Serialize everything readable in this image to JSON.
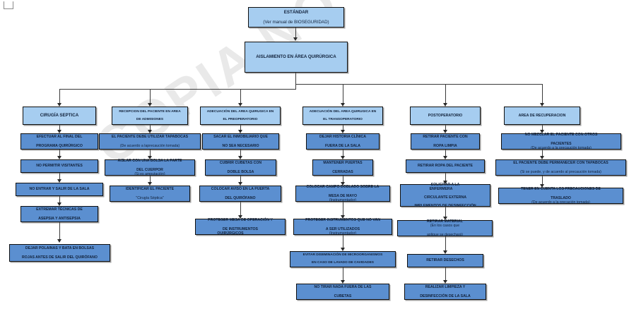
{
  "diagram": {
    "title_root": "ESTÁNDAR",
    "title_root_sub": "(Ver manual de BIOSEGURIDAD)",
    "level2": "AISLAMIENTO EN ÁREA QUIRÚRGICA",
    "watermark": "COPIA NO CONTROLADA",
    "colors": {
      "header_fill": "#a6cdf0",
      "item_fill": "#5b8fd0",
      "border": "#0f0f0f",
      "text": "#11213a",
      "watermark": "#e9e9e9",
      "connector": "#3a3a3a"
    },
    "columns": [
      {
        "header": "CIRUGÍA SEPTICA",
        "items": [
          {
            "line1": "EFECTUAR AL FINAL DEL",
            "line2": "PROGRAMA QUIRÚRGICO"
          },
          {
            "line1": "NO PERMITIR VISITANTES"
          },
          {
            "line1": "NO ENTRAR Y SALIR DE LA SALA"
          },
          {
            "line1": "EXTREMAR TÉCNICAS DE",
            "line2": "ASEPSIA Y ANTISEPSIA"
          },
          {
            "line1": "DEJAR POLAINAS Y BATA EN BOLSAS",
            "line2": "ROJAS ANTES DE SALIR DEL QUIRÓFANO"
          }
        ]
      },
      {
        "header": "RECEPCION DEL PACIENTE EN AREA DE ADMISIONES",
        "header_line1": "RECEPCION DEL PACIENTE EN AREA",
        "header_line2": "DE ADMISIONES",
        "items": [
          {
            "line1": "EL PACIENTE DEBE UTILIZAR TAPABOCAS",
            "line2": "(De acuerdo a laprecaución tomada)",
            "line2_style": "normal"
          },
          {
            "line1": "AISLAR CON UNA BOLSA LA PARTE",
            "line2": "DEL CUERPOR",
            "line2_tail": " (Si es amputación)"
          },
          {
            "line1": "IDENTIFICAR EL PACIENTE",
            "line2": "\"Cirugía Séptica\"",
            "line2_style": "normal"
          }
        ]
      },
      {
        "header_line1": "ADECUACIÓN DEL AREA QUIRUGICA EN",
        "header_line2": "EL PREOPERATORIO",
        "items": [
          {
            "line1": "SACAR EL INMOBILIARIO QUE",
            "line2": "NO SEA NECESARIO"
          },
          {
            "line1": "CUBRIR CUBETAS CON",
            "line2": "DOBLE BOLSA"
          },
          {
            "line1": "COLOCAR AVISO EN LA PUERTA",
            "line2": "DEL QUIRÓFANO"
          },
          {
            "line1": "PROTEGER MESA DE OPERACIÓN Y",
            "line2": "DE INSTRUMENTOS",
            "line2_tail": " QUIRÚRGICOS",
            "line2_overlap": true
          }
        ]
      },
      {
        "header_line1": "ADECUACIÓN DEL AREA QUIRUGICA EN",
        "header_line2": "EL TRANSOPERATORIO",
        "items": [
          {
            "line1": "DEJAR HISTORIA CLÍNICA",
            "line2": "FUERA DE LA SALA"
          },
          {
            "line1": "MANTENER PUERTAS",
            "line2": "CERRADAS"
          },
          {
            "line1": "COLOCAR CAMPO DOBLADO SOBRE LA",
            "line2": "MESA DE MAYO",
            "line2_tail": " (Instrumentador)"
          },
          {
            "line1": "PROTEGER INSTRUMENTOS QUE NO VAN",
            "line2": "A SER UTILIZADOS",
            "line2_tail": " (Instrumentador)"
          },
          {
            "line1": "EVITAR DISEMINACIÓN DE MICROORGANISMOS",
            "line2": "EN CASO DE LAVADO DE CAVIDADES"
          },
          {
            "line1": "NO TIRAR NADA FUERA DE LAS",
            "line2": "CUBETAS"
          }
        ]
      },
      {
        "header": "POSTOPERATORIO",
        "items": [
          {
            "line1": "RETIRAR PACIENTE CON",
            "line2": "ROPA LIMPIA"
          },
          {
            "line1": "RETIRAR ROPA DEL PACIENTE"
          },
          {
            "line1": "SOLICITAR A LA ",
            "line1_bold_tail": "ENFERMERA",
            "line2": "CIRCULANTE EXTERNA",
            "line3": "IMPLEMENTOS DE DESINFECCIÓN"
          },
          {
            "line1": "RETIRAR MATERIAL",
            "line1_tail": " (En los casos que",
            "line2": "aplique se desechará)",
            "line2_style": "normal"
          },
          {
            "line1": "RETIRAR DESECHOS"
          },
          {
            "line1": "REALIZAR LIMPIEZA Y",
            "line2": "DESINFECCIÓN DE LA SALA"
          }
        ]
      },
      {
        "header": "AREA DE RECUPERACION",
        "items": [
          {
            "line1": "NO MEZCLAR EL PACIENTE CON OTROS",
            "line2": "PACIENTES",
            "line2_tail": " (De acuerdo a la precaución tomada)"
          },
          {
            "line1": "EL PACIENTE DEBE PERMANECER CON TAPABOCAS",
            "line2": "(Si se puede, y de acuerdo al precaución tomada)",
            "line2_style": "normal"
          },
          {
            "line1": "TENER EN CUENTA LOS PRECAUCIONES DE",
            "line2": "TRASLADO",
            "line2_tail": " (De acuerdo a la precación tomada)"
          }
        ]
      }
    ]
  }
}
